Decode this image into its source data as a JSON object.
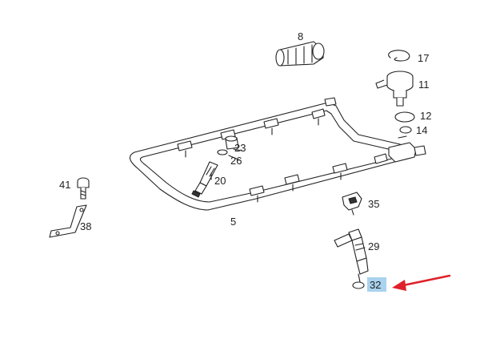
{
  "labels": {
    "p8": "8",
    "p17": "17",
    "p11": "11",
    "p12": "12",
    "p14": "14",
    "p23": "23",
    "p26": "26",
    "p20": "20",
    "p41": "41",
    "p38": "38",
    "p5": "5",
    "p35": "35",
    "p29": "29",
    "p32": "32"
  },
  "highlight": {
    "part": "32",
    "color": "#a9d3ee"
  },
  "arrow": {
    "color": "#e0202a",
    "points_to": "32"
  }
}
